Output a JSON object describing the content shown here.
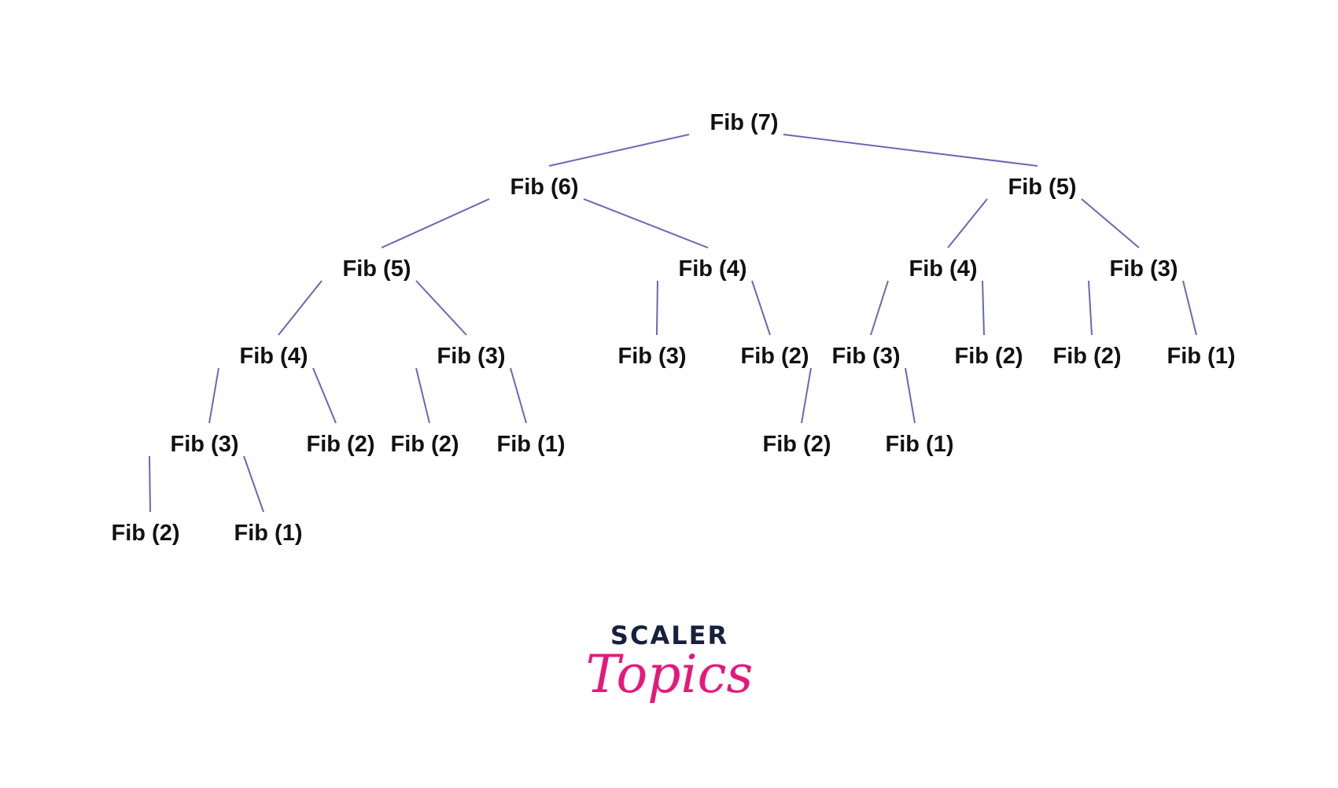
{
  "diagram": {
    "root": {
      "label": "Fib (7)",
      "children": [
        {
          "label": "Fib (6)",
          "children": [
            {
              "label": "Fib (5)",
              "children": [
                {
                  "label": "Fib (4)",
                  "children": [
                    {
                      "label": "Fib (3)",
                      "children": [
                        {
                          "label": "Fib (2)"
                        },
                        {
                          "label": "Fib (1)"
                        }
                      ]
                    },
                    {
                      "label": "Fib (2)"
                    }
                  ]
                },
                {
                  "label": "Fib (3)",
                  "children": [
                    {
                      "label": "Fib (2)"
                    },
                    {
                      "label": "Fib (1)"
                    }
                  ]
                }
              ]
            },
            {
              "label": "Fib (4)",
              "children": [
                {
                  "label": "Fib (3)"
                },
                {
                  "label": "Fib (2)"
                }
              ]
            }
          ]
        },
        {
          "label": "Fib (5)",
          "children": [
            {
              "label": "Fib (4)",
              "children": [
                {
                  "label": "Fib (3)",
                  "children": [
                    {
                      "label": "Fib (2)"
                    },
                    {
                      "label": "Fib (1)"
                    }
                  ]
                },
                {
                  "label": "Fib (2)"
                }
              ]
            },
            {
              "label": "Fib (3)",
              "children": [
                {
                  "label": "Fib (2)"
                },
                {
                  "label": "Fib (1)"
                }
              ]
            }
          ]
        }
      ]
    }
  },
  "logo": {
    "line1": "SCALER",
    "line2": "Topics",
    "line1_color": "#17213d",
    "line2_color": "#e5197b"
  },
  "colors": {
    "edge": "#6b67b5",
    "text": "#111111",
    "background": "#ffffff"
  }
}
